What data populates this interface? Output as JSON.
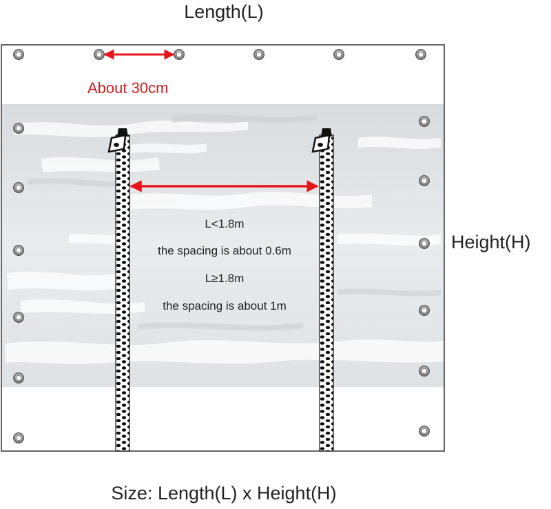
{
  "diagram": {
    "title_top": "Length(L)",
    "side_label": "Height(H)",
    "caption": "Size: Length(L) x Height(H)",
    "grommet_spacing_label": "About 30cm",
    "notes": [
      "L<1.8m",
      "the spacing is about 0.6m",
      "L≥1.8m",
      "the spacing is about 1m"
    ]
  },
  "colors": {
    "arrow": "#e8141c",
    "annotation_text": "#cc1f1f",
    "panel_border": "#333333",
    "clear_panel": "#e4e6e8",
    "zipper": "#111111"
  },
  "icons": {
    "grommet": "grommet-ring-icon",
    "zipper_pull": "zipper-pull-icon"
  }
}
